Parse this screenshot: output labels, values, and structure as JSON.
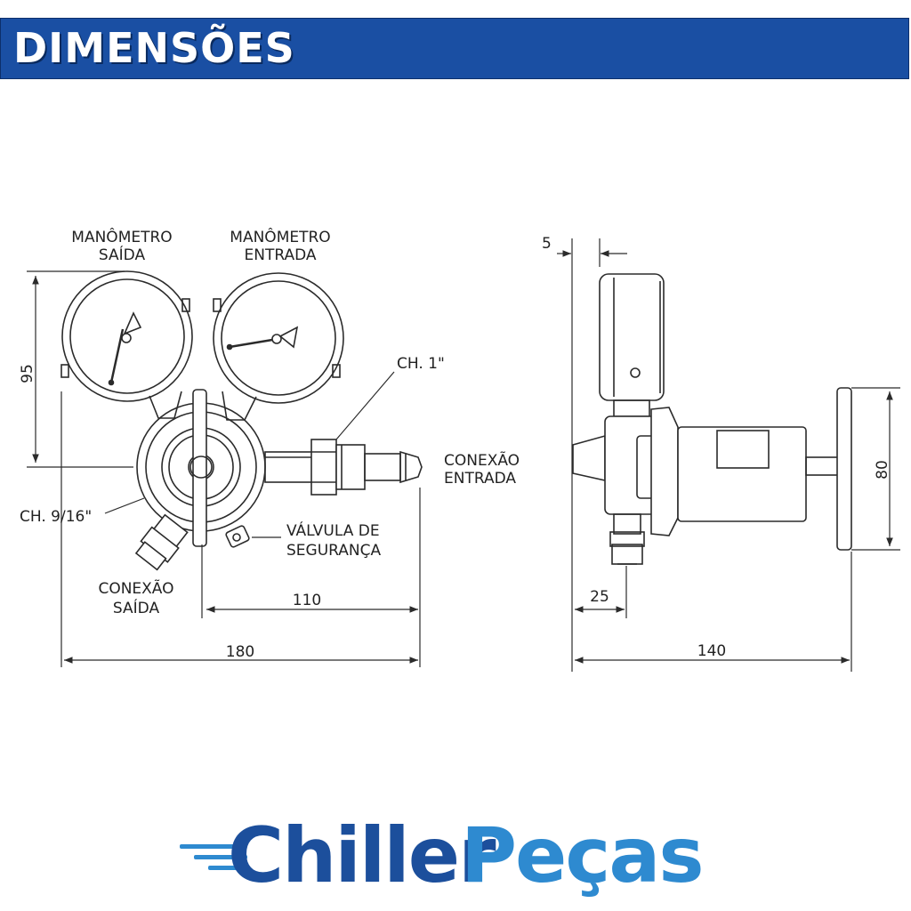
{
  "header": {
    "title": "DIMENSÕES"
  },
  "front_view": {
    "gauge_outlet_label": [
      "MANÔMETRO",
      "SAÍDA"
    ],
    "gauge_inlet_label": [
      "MANÔMETRO",
      "ENTRADA"
    ],
    "wrench_inlet_label": "CH. 1\"",
    "inlet_connection_label": [
      "CONEXÃO",
      "ENTRADA"
    ],
    "wrench_outlet_label": "CH. 9/16\"",
    "safety_valve_label": [
      "VÁLVULA DE",
      "SEGURANÇA"
    ],
    "outlet_connection_label": [
      "CONEXÃO",
      "SAÍDA"
    ],
    "dim_height": "95",
    "dim_inlet_length": "110",
    "dim_total_width": "180"
  },
  "side_view": {
    "dim_offset": "5",
    "dim_handle_height": "80",
    "dim_outlet_depth": "25",
    "dim_total_depth": "140"
  },
  "logo": {
    "part1": "Chiller",
    "part2": "Peças",
    "color_dark": "#1c4f9c",
    "color_light": "#2e8ad0"
  },
  "colors": {
    "header_bg": "#1a4fa3",
    "line": "#2b2b2b"
  }
}
